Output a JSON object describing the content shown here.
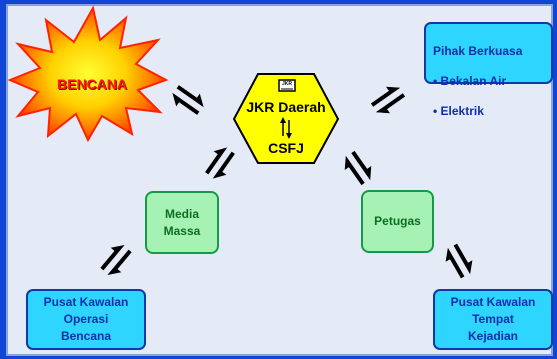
{
  "center": {
    "title": "JKR Daerah",
    "subtitle": "CSFJ",
    "logo_text": "JKR"
  },
  "disaster": {
    "label": "BENCANA"
  },
  "authority": {
    "title": "Pihak Berkuasa",
    "items": [
      "• Bekalan Air",
      "• Elektrik"
    ]
  },
  "media": {
    "label": "Media\nMassa"
  },
  "officers": {
    "label": "Petugas"
  },
  "operations_center": {
    "label": "Pusat Kawalan\nOperasi\nBencana"
  },
  "site_center": {
    "label": "Pusat Kawalan\nTempat\nKejadian"
  },
  "colors": {
    "background": "#0f46d6",
    "hexagon": "#ffff00",
    "burst": "#ff3a00",
    "cyan_box": "#2ed6ff",
    "green_box": "#a6f2b4"
  }
}
